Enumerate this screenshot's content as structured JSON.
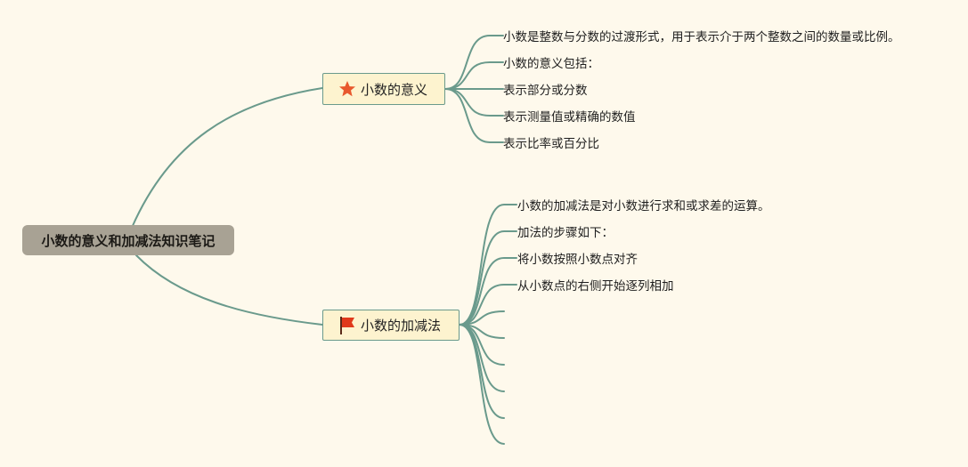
{
  "root": {
    "label": "小数的意义和加减法知识笔记"
  },
  "topics": [
    {
      "label": "小数的意义",
      "icon": "star-icon",
      "icon_color": "#e8582d",
      "children": [
        "小数是整数与分数的过渡形式，用于表示介于两个整数之间的数量或比例。",
        "小数的意义包括：",
        "表示部分或分数",
        "表示测量值或精确的数值",
        "表示比率或百分比"
      ]
    },
    {
      "label": "小数的加减法",
      "icon": "red-flag-icon",
      "icon_color": "#e03a1c",
      "children": [
        "小数的加减法是对小数进行求和或求差的运算。",
        "加法的步骤如下：",
        "将小数按照小数点对齐",
        "从小数点的右侧开始逐列相加",
        "",
        "",
        "",
        "",
        "",
        ""
      ]
    }
  ],
  "colors": {
    "background": "#fef9ec",
    "connector": "#6a9a8c",
    "root_fill": "#a8a294",
    "topic_fill": "#fdf3cf"
  }
}
